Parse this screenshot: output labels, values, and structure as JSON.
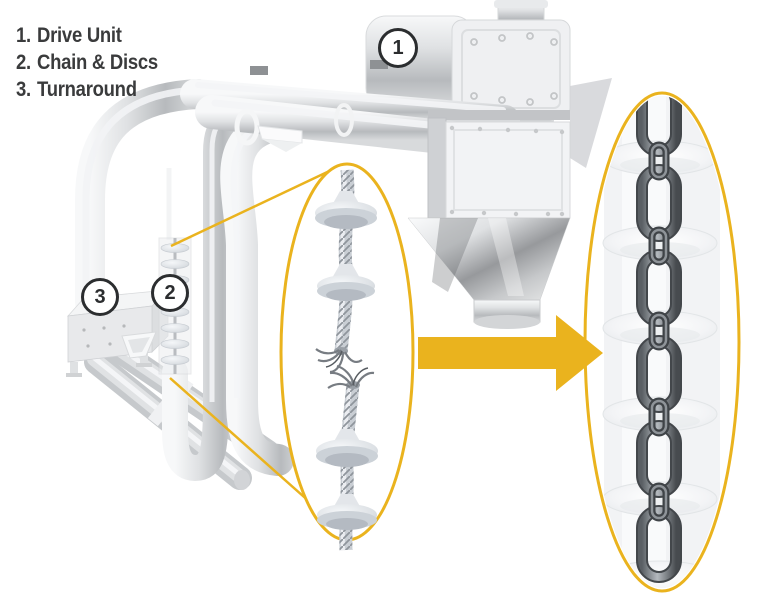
{
  "diagram": {
    "title_hint": "Tubular drag conveyor components diagram",
    "legend": {
      "items": [
        {
          "number": "1.",
          "label": "Drive Unit"
        },
        {
          "number": "2.",
          "label": "Chain & Discs"
        },
        {
          "number": "3.",
          "label": "Turnaround"
        }
      ]
    },
    "markers": {
      "m1": "1",
      "m2": "2",
      "m3": "3"
    },
    "icons": {
      "transition_arrow": "right-arrow"
    },
    "colors": {
      "accent_gold": "#EAB31E",
      "legend_text": "#3A3B3C",
      "marker_ring": "#2B2D2F",
      "machine_light": "#F2F3F5",
      "machine_mid": "#C9CBCE",
      "chain_dark": "#54585C"
    }
  }
}
